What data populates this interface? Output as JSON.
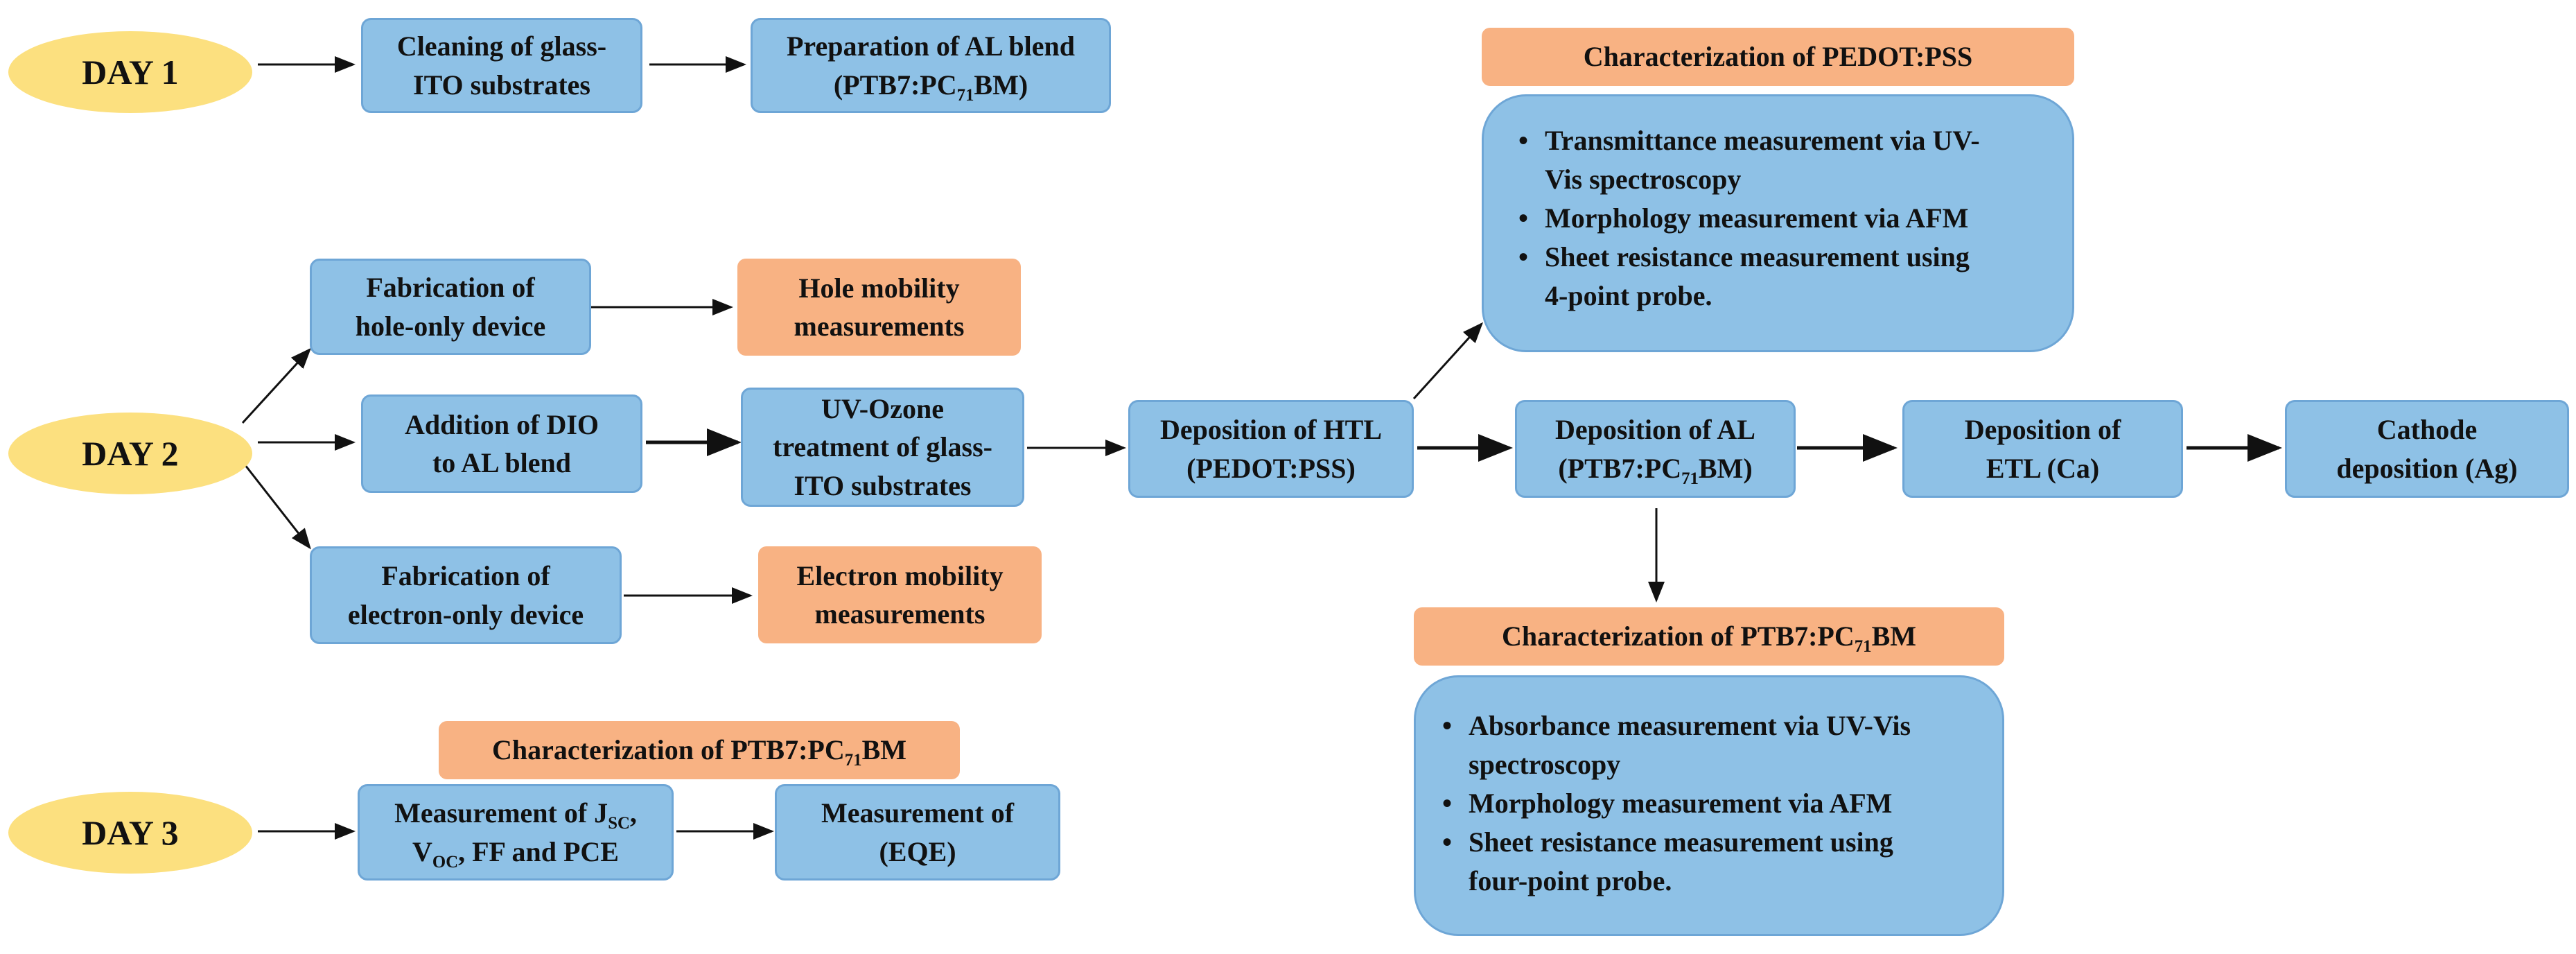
{
  "days": {
    "day1": "DAY 1",
    "day2": "DAY 2",
    "day3": "DAY 3"
  },
  "day1": {
    "cleaning": [
      "Cleaning of glass-",
      "ITO substrates"
    ],
    "prep": {
      "line1": "Preparation of AL blend",
      "line2_pre": "(PTB7:PC",
      "line2_sub": "71",
      "line2_post": "BM)"
    }
  },
  "day2": {
    "hole_fab": [
      "Fabrication of",
      "hole-only device"
    ],
    "hole_meas": [
      "Hole mobility",
      "measurements"
    ],
    "dio": [
      "Addition of DIO",
      "to AL blend"
    ],
    "uvozone": [
      "UV-Ozone",
      "treatment of glass-",
      "ITO substrates"
    ],
    "elec_fab": [
      "Fabrication of",
      "electron-only device"
    ],
    "elec_meas": [
      "Electron mobility",
      "measurements"
    ],
    "htl": [
      "Deposition of HTL",
      "(PEDOT:PSS)"
    ],
    "al": {
      "line1": "Deposition of AL",
      "line2_pre": "(PTB7:PC",
      "line2_sub": "71",
      "line2_post": "BM)"
    },
    "etl": [
      "Deposition of",
      "ETL (Ca)"
    ],
    "cathode": [
      "Cathode",
      "deposition (Ag)"
    ]
  },
  "char_pedot": {
    "title": "Characterization of PEDOT:PSS",
    "items": [
      [
        "Transmittance measurement via UV-",
        "Vis spectroscopy"
      ],
      [
        "Morphology measurement via AFM"
      ],
      [
        "Sheet resistance measurement using",
        "4-point probe."
      ]
    ]
  },
  "char_ptb7": {
    "title_pre": "Characterization of PTB7:PC",
    "title_sub": "71",
    "title_post": "BM",
    "items": [
      [
        "Absorbance measurement via UV-Vis",
        "spectroscopy"
      ],
      [
        "Morphology measurement via AFM"
      ],
      [
        "Sheet resistance measurement using",
        "four-point probe."
      ]
    ]
  },
  "day3": {
    "char_title_pre": "Characterization of PTB7:PC",
    "char_title_sub": "71",
    "char_title_post": "BM",
    "meas_jsc": {
      "p1": "Measurement of J",
      "s1": "SC",
      "p2": ",",
      "p3": "V",
      "s2": "OC",
      "p4": ", FF and PCE"
    },
    "meas_eqe": [
      "Measurement of",
      "(EQE)"
    ]
  },
  "colors": {
    "day_fill": "#fce07f",
    "process_fill": "#8ec1e6",
    "process_border": "#6ea6d6",
    "characterization_fill": "#f8b283",
    "arrow": "#111111"
  }
}
